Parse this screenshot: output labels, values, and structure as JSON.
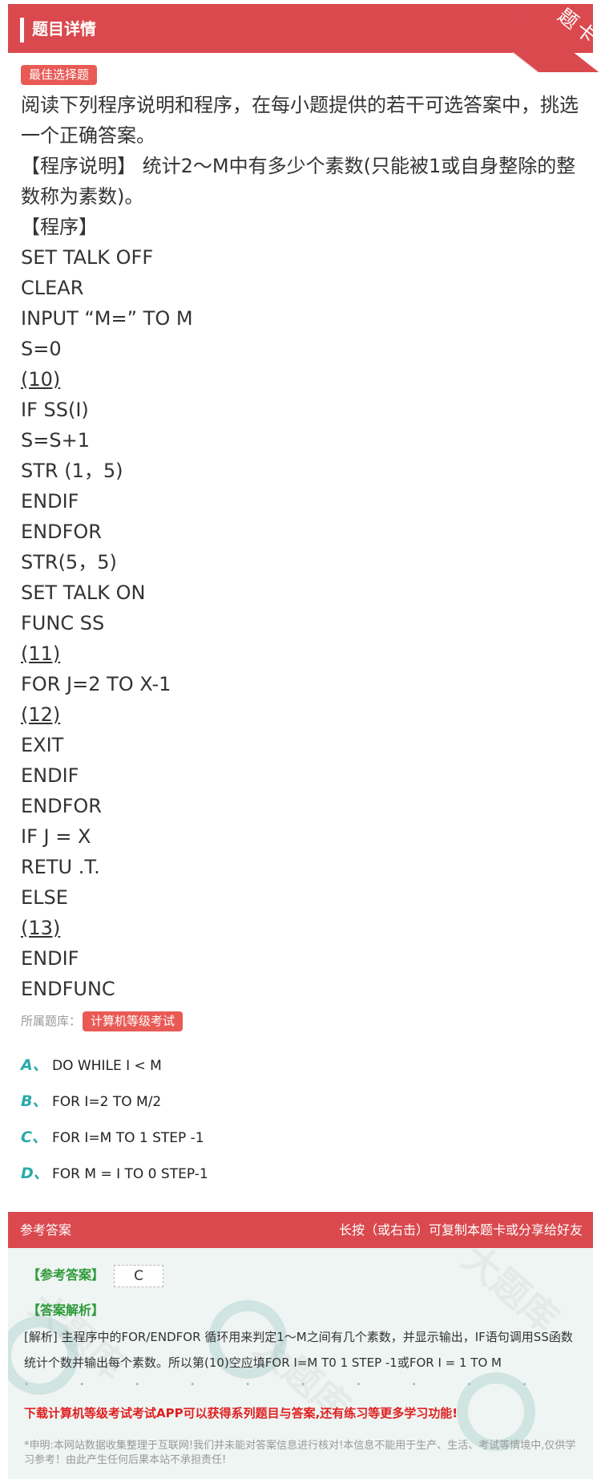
{
  "header": {
    "title": "题目详情",
    "corner_tag": "题卡"
  },
  "question": {
    "type_badge": "最佳选择题",
    "lines": [
      "阅读下列程序说明和程序，在每小题提供的若干可选答案中，挑选",
      "一个正确答案。",
      "【程序说明】 统计2～M中有多少个素数(只能被1或自身整除的整",
      "数称为素数)。",
      "【程序】",
      "SET TALK OFF",
      "CLEAR",
      "INPUT “M=” TO M",
      "S=0",
      "(10)  ",
      "IF SS(I)",
      "S=S+1",
      "STR (1，5)",
      "ENDIF",
      "ENDFOR",
      "STR(5，5)",
      "SET TALK ON",
      "FUNC SS",
      "(11)  ",
      "FOR J=2 TO X-1",
      "(12)  ",
      "EXIT",
      "ENDIF",
      "ENDFOR",
      "IF J = X",
      "RETU .T.",
      "ELSE",
      "(13)  ",
      "ENDIF",
      "ENDFUNC"
    ]
  },
  "bank": {
    "label": "所属题库：",
    "tag": "计算机等级考试"
  },
  "options": [
    {
      "letter": "A、",
      "text": "DO WHILE I < M"
    },
    {
      "letter": "B、",
      "text": "FOR I=2 TO M/2"
    },
    {
      "letter": "C、",
      "text": "FOR I=M TO 1 STEP -1"
    },
    {
      "letter": "D、",
      "text": "FOR M = I TO 0 STEP-1"
    }
  ],
  "answer_card": {
    "left_title": "参考答案",
    "right_hint": "长按（或右击）可复制本题卡或分享给好友",
    "ref_label": "【参考答案】",
    "ref_value": "C",
    "analysis_label": "【答案解析】",
    "analysis_text": "[解析] 主程序中的FOR/ENDFOR 循环用来判定1～M之间有几个素数，并显示输出，IF语句调用SS函数统计个数并输出每个素数。所以第(10)空应填FOR I=M T0 1 STEP -1或FOR I = 1 TO M",
    "promo": "下载计算机等级考试考试APP可以获得系列题目与答案,还有练习等更多学习功能!",
    "disclaimer": "*申明:本网站数据收集整理于互联网!我们并未能对答案信息进行核对!本信息不能用于生产、生活、考试等情境中,仅供学习参考！由此产生任何后果本站不承担责任!"
  },
  "watermark_text": "大题库"
}
